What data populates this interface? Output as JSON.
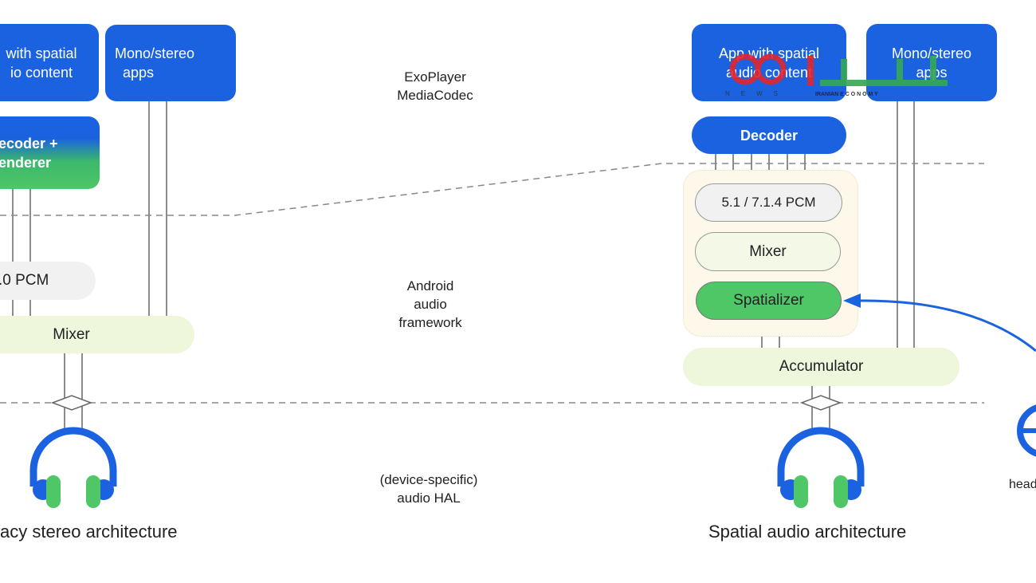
{
  "legacy": {
    "app_spatial": [
      "with spatial",
      "io content"
    ],
    "app_mono": [
      "Mono/stereo",
      "apps"
    ],
    "decoder_renderer": [
      "ecoder +",
      "enderer"
    ],
    "pcm": ".0 PCM",
    "mixer": "Mixer",
    "caption": "acy stereo architecture"
  },
  "layers": {
    "top": [
      "ExoPlayer",
      "MediaCodec"
    ],
    "middle": [
      "Android",
      "audio",
      "framework"
    ],
    "bottom": [
      "(device-specific)",
      "audio HAL"
    ]
  },
  "spatial": {
    "app_spatial": [
      "App with spatial",
      "audio content"
    ],
    "app_mono": [
      "Mono/stereo",
      "apps"
    ],
    "decoder": "Decoder",
    "pcm": "5.1 / 7.1.4 PCM",
    "mixer": "Mixer",
    "spatializer": "Spatializer",
    "accumulator": "Accumulator",
    "caption": "Spatial audio architecture",
    "head_tracker_label": "head"
  },
  "watermark": {
    "text": "اقتصاد ایرانی",
    "subtitle": "NEWS  IRANIAN ECONOMY"
  },
  "colors": {
    "blue": "#1a62e0",
    "green": "#4fc767",
    "mixer_bg": "#eef6dc",
    "pcm_bg": "#f1f1f1",
    "spatial_region": "#fdf8ea"
  }
}
